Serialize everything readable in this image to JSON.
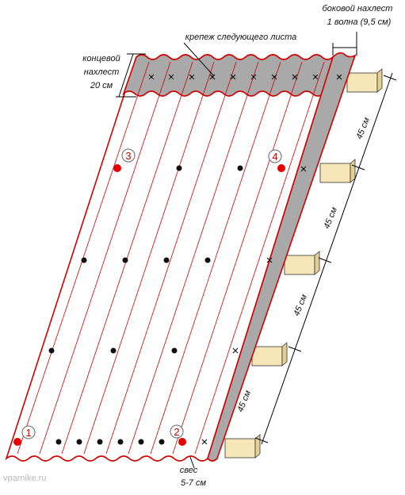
{
  "labels": {
    "side_overlap_line1": "боковой нахлест",
    "side_overlap_line2": "1 волна (9,5 см)",
    "next_sheet_fastener": "крепеж следующего листа",
    "end_overlap_line1": "концевой",
    "end_overlap_line2": "нахлест",
    "end_overlap_line3": "20 см",
    "eave_line1": "свес",
    "eave_line2": "5-7 см",
    "spacing_1": "45 см",
    "spacing_2": "45 см",
    "spacing_3": "45 см",
    "spacing_4": "45 см"
  },
  "fastener_order": [
    "1",
    "2",
    "3",
    "4"
  ],
  "watermark": "vparnike.ru",
  "colors": {
    "sheet_edge": "#d00000",
    "overlap_fill": "#a9a9a9",
    "batten_fill": "#f7e6b8",
    "fastener_dot": "#111111",
    "numbered_dot": "#e60000"
  }
}
